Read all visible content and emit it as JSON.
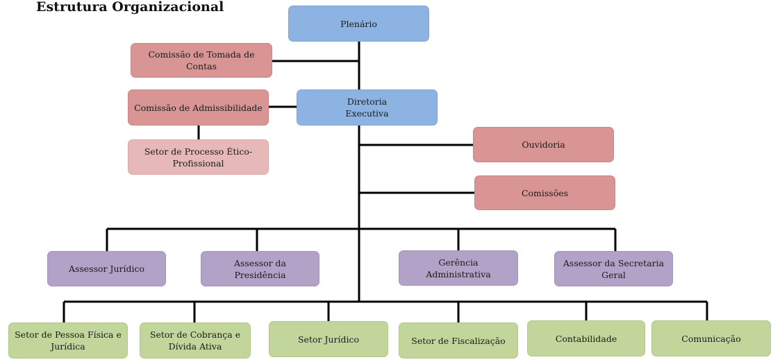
{
  "title": "Estrutura Organizacional",
  "colors": {
    "line": "#000000",
    "blue": "#8db3e2",
    "red": "#d99594",
    "pink": "#e6b9b8",
    "purple": "#b2a2c7",
    "green": "#c2d69b"
  },
  "nodes": {
    "plenario": "Plenário",
    "comissao_tomada_contas": "Comissão de Tomada de Contas",
    "diretoria_executiva": "Diretoria Executiva",
    "comissao_admissibilidade": "Comissão de Admissibilidade",
    "setor_processo_etico": "Setor de Processo Ético-Profissional",
    "ouvidoria": "Ouvidoria",
    "comissoes": "Comissões",
    "assessor_juridico": "Assessor Jurídico",
    "assessor_presidencia": "Assessor da Presidência",
    "gerencia_administrativa": "Gerência Administrativa",
    "assessor_secretaria_geral": "Assessor da Secretaria Geral",
    "setor_pessoa_fisica_juridica": "Setor de Pessoa Física e Jurídica",
    "setor_cobranca_divida": "Setor de Cobrança e Dívida Ativa",
    "setor_juridico": "Setor Jurídico",
    "setor_fiscalizacao": "Setor de Fiscalização",
    "contabilidade": "Contabilidade",
    "comunicacao": "Comunicação"
  }
}
